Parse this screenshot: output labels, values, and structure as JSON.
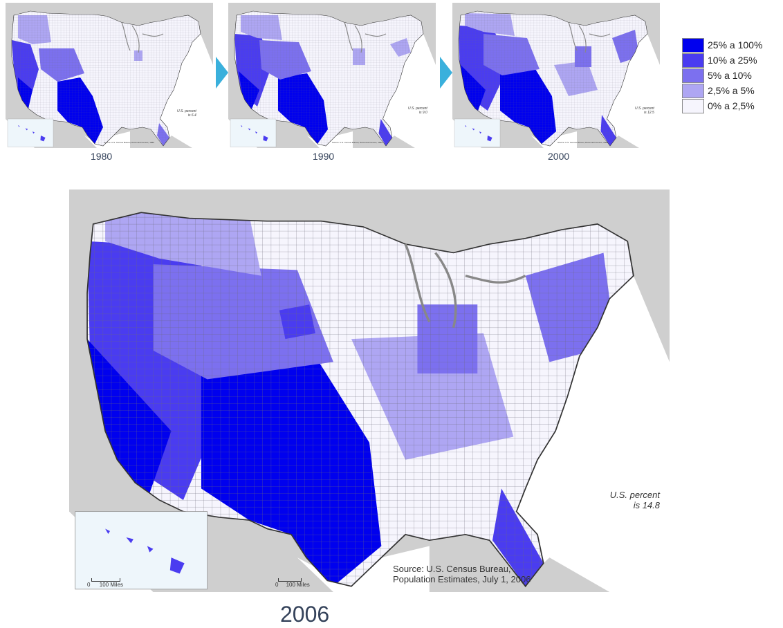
{
  "maps": [
    {
      "year": "1980",
      "us_percent": "U.S. percent\nis 6.4",
      "source": "Source: U.S. Census Bureau, Decennial Census, 1980"
    },
    {
      "year": "1990",
      "us_percent": "U.S. percent\nis 9.0",
      "source": "Source: U.S. Census Bureau, Decennial Census, 1990"
    },
    {
      "year": "2000",
      "us_percent": "U.S. percent\nis 12.5",
      "source": "Source: U.S. Census Bureau, Decennial Census, 2000"
    }
  ],
  "main_map": {
    "year": "2006",
    "us_percent_line1": "U.S. percent",
    "us_percent_line2": "is 14.8",
    "source_line1": "Source:  U.S. Census Bureau,",
    "source_line2": "Population Estimates, July 1, 2006",
    "scale_hawaii": "0      100 Miles",
    "scale_main": "0     100 Miles"
  },
  "legend": {
    "items": [
      {
        "label": "25% a 100%",
        "color": "#0000ee"
      },
      {
        "label": "10% a 25%",
        "color": "#4a3cf0"
      },
      {
        "label": "5% a 10%",
        "color": "#7c70ef"
      },
      {
        "label": "2,5% a 5%",
        "color": "#aea6f3"
      },
      {
        "label": "0% a 2,5%",
        "color": "#f6f5fd"
      }
    ]
  },
  "colors": {
    "water": "#ffffff",
    "land_outside": "#cfcfcf",
    "arrow": "#3ab0dc",
    "label_text": "#34425a"
  }
}
